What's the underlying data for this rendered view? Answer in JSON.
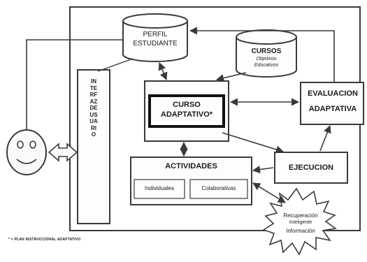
{
  "perfil_estudiante": {
    "line1": "PERFIL",
    "line2": "ESTUDIANTE"
  },
  "cursos": {
    "title": "CURSOS",
    "subtitle1": "Objetivos",
    "subtitle2": "Educativos"
  },
  "interfaz": {
    "label": "INTERFAZ DE USUARIO"
  },
  "curso_adaptativo": {
    "line1": "CURSO",
    "line2": "ADAPTATIVO*"
  },
  "evaluacion": {
    "line1": "EVALUACION",
    "line2": "ADAPTATIVA"
  },
  "ejecucion": {
    "label": "EJECUCION"
  },
  "actividades": {
    "title": "ACTIVIDADES",
    "individuales": "Individuales",
    "colaborativas": "Colaborativas"
  },
  "recuperacion": {
    "line1": "Recuperación",
    "line2": "Inteligente",
    "line3": "Información"
  },
  "footnote": "* = PLAN INSTRUCCIONAL ADAPTATIVO",
  "colors": {
    "line": "#3a3a3a",
    "fill": "#fdfdfd",
    "heavy_border": "#111111"
  }
}
